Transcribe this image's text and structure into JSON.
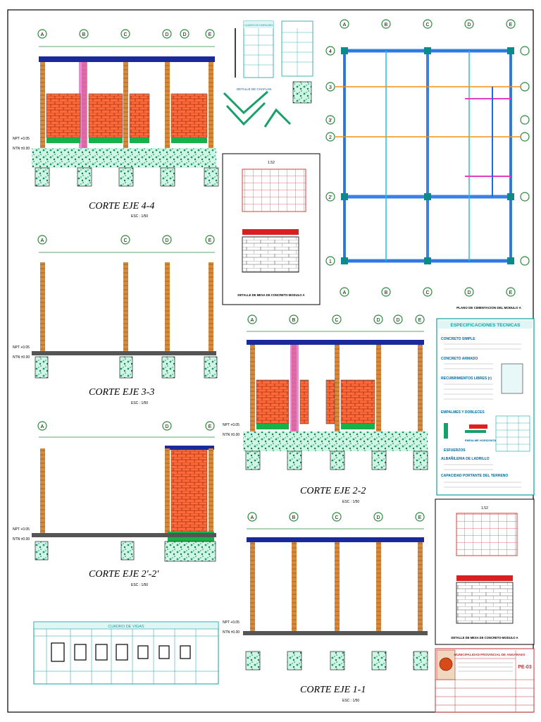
{
  "sheet": {
    "axes_top_left": [
      "A",
      "B",
      "C",
      "D",
      "D",
      "E"
    ],
    "axes_plan_x": [
      "A",
      "B",
      "C",
      "D",
      "E"
    ],
    "axes_plan_y": [
      "4",
      "3",
      "3'",
      "2",
      "2'",
      "1"
    ]
  },
  "sections": {
    "corte44": {
      "title": "CORTE EJE 4-4",
      "scale": "ESC : 1/50"
    },
    "corte33": {
      "title": "CORTE EJE 3-3",
      "scale": "ESC : 1/50"
    },
    "corte22p": {
      "title": "CORTE EJE 2'-2'",
      "scale": "ESC : 1/50"
    },
    "corte22": {
      "title": "CORTE EJE 2-2",
      "scale": "ESC : 1/50"
    },
    "corte11": {
      "title": "CORTE EJE 1-1",
      "scale": "ESC : 1/50"
    }
  },
  "levels": {
    "npt": "NPT +0.05",
    "ntn": "NTN ±0.00"
  },
  "details": {
    "table_title": "CUADRO DE EMPALMES",
    "chaflan": "DETALLE DE CHAFLAN",
    "mesa_title": "DETALLE DE MESA DE CONCRETO-MODULO A",
    "mesa_dim": "1.52",
    "plan_title": "PLANO DE CIMENTACION DEL MODULO A",
    "vigas_title": "CUADRO DE VIGAS"
  },
  "specs": {
    "title": "ESPECIFICACIONES TECNICAS",
    "h1": "CONCRETO SIMPLE",
    "h2": "CONCRETO ARMADO",
    "h3": "RECUBRIMIENTOS LIBRES (r)",
    "h4": "EMPALMES Y DOBLECES",
    "h5": "ESFUERZOS",
    "h6": "ALBAÑILERIA DE LADRILLO",
    "h7": "CAPACIDAD PORTANTE DEL TERRENO",
    "label1": "EMPALME HORIZONTAL"
  },
  "titleblock": {
    "entity": "MUNICIPALIDAD PROVINCIAL DE ANGARAES",
    "sheet_no": "PE-03"
  }
}
